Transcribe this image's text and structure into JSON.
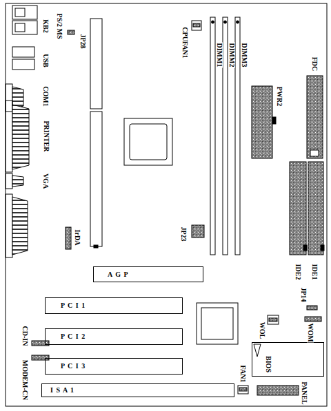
{
  "diagram": {
    "nodes": [
      {
        "text": [
          "A G P"
        ]
      },
      {
        "text": [
          "P C I 1"
        ]
      },
      {
        "text": [
          "P C I 2"
        ]
      },
      {
        "text": [
          "P C I 3"
        ]
      },
      {
        "text": [
          "BIOS"
        ]
      },
      {
        "text": [
          "I S A 1"
        ]
      }
    ],
    "labels": [
      "KB2",
      "PS/2 MS",
      "JP28",
      "USB",
      "COM1",
      "PRINTER",
      "VGA",
      "IrDA",
      "CPUFAN1",
      "DIMM1",
      "DIMM2",
      "DIMM3",
      "PWR2",
      "FDC",
      "JP23",
      "IDE2",
      "IDE1",
      "JP14",
      "WOL",
      "WOM",
      "CD-IN",
      "MODEM-CN",
      "FAN1",
      "PANEL"
    ]
  }
}
